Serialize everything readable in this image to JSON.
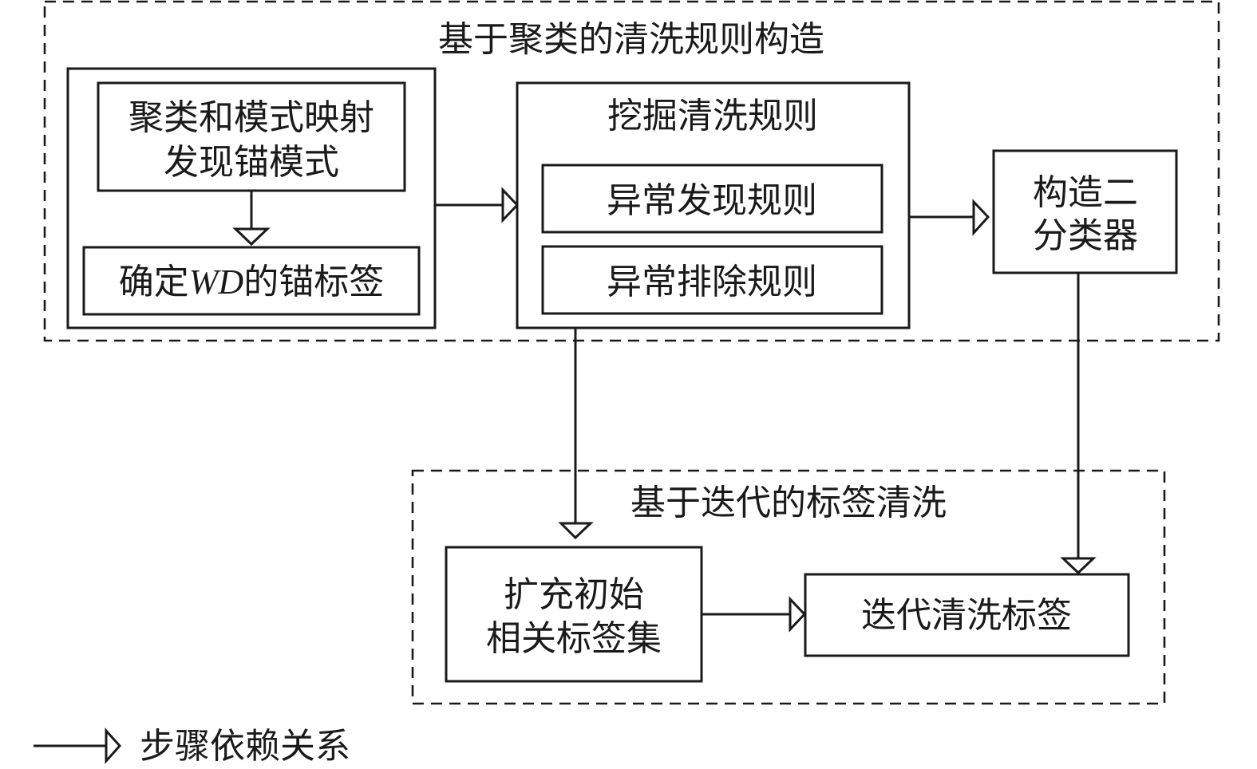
{
  "diagram": {
    "groups": {
      "rule_construction": {
        "title": "基于聚类的清洗规则构造"
      },
      "iterative_cleaning": {
        "title": "基于迭代的标签清洗"
      }
    },
    "nodes": {
      "cluster_pattern": {
        "lines": [
          "聚类和模式映射",
          "发现锚模式"
        ]
      },
      "anchor_label": {
        "prefix": "确定",
        "italic": "WD",
        "suffix": "的锚标签"
      },
      "mine_rules": {
        "title": "挖掘清洗规则"
      },
      "anomaly_discovery": {
        "label": "异常发现规则"
      },
      "anomaly_exclusion": {
        "label": "异常排除规则"
      },
      "binary_classifier": {
        "lines": [
          "构造二",
          "分类器"
        ]
      },
      "expand_labels": {
        "lines": [
          "扩充初始",
          "相关标签集"
        ]
      },
      "iterative_clean": {
        "label": "迭代清洗标签"
      }
    },
    "edges": [
      {
        "from": "cluster_pattern",
        "to": "anchor_label"
      },
      {
        "from": "cluster_pattern_group",
        "to": "mine_rules"
      },
      {
        "from": "mine_rules",
        "to": "binary_classifier"
      },
      {
        "from": "mine_rules",
        "to": "expand_labels"
      },
      {
        "from": "binary_classifier",
        "to": "iterative_clean"
      },
      {
        "from": "expand_labels",
        "to": "iterative_clean"
      }
    ],
    "legend": {
      "label": "步骤依赖关系",
      "symbol": "hollow-triangle-arrow"
    }
  }
}
